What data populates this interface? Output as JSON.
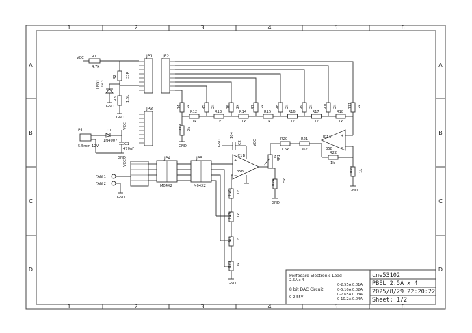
{
  "zones": {
    "columns": [
      "1",
      "2",
      "3",
      "4",
      "5",
      "6"
    ],
    "rows": [
      "A",
      "B",
      "C",
      "D"
    ]
  },
  "power_labels": {
    "vcc_top": "VCC",
    "vcc_jack": "VCC",
    "vcc_side": "VCC",
    "vcc_cap": "VCC",
    "gnd": "GND"
  },
  "components": {
    "R1": {
      "ref": "R1",
      "value": "4.7k"
    },
    "R2": {
      "ref": "R2",
      "value": "33R"
    },
    "R3": {
      "ref": "R3",
      "value": "1.5k"
    },
    "LED1": {
      "ref": "LED1",
      "value": "TL431"
    },
    "JP1": {
      "ref": "JP1"
    },
    "JP2": {
      "ref": "JP2"
    },
    "JP3": {
      "ref": "JP3"
    },
    "JP4": {
      "ref": "JP4",
      "value": "M04X2"
    },
    "JP5": {
      "ref": "JP5",
      "value": "M04X2"
    },
    "P1": {
      "ref": "P1",
      "value": "5.5mm 12V"
    },
    "D1": {
      "ref": "D1",
      "value": "1N4007"
    },
    "C1": {
      "ref": "C1",
      "value": "470uF"
    },
    "C2": {
      "ref": "C2",
      "value": "104"
    },
    "IC1B": {
      "ref": "IC1B",
      "value": "358"
    },
    "IC1A": {
      "ref": "IC1A",
      "value": "358"
    },
    "RP1": {
      "ref": "RP1",
      "value": "1k"
    },
    "R20": {
      "ref": "R20",
      "value": "1.5k"
    },
    "R21": {
      "ref": "R21",
      "value": "36k"
    },
    "R22": {
      "ref": "R22",
      "value": "1k"
    },
    "R23": {
      "ref": "R23",
      "value": "1k"
    },
    "R24": {
      "ref": "R24",
      "value": "1.5k"
    },
    "R25": {
      "ref": "R25",
      "value": "1k"
    },
    "R26": {
      "ref": "R26",
      "value": "1k"
    },
    "R27": {
      "ref": "R27",
      "value": "1k"
    },
    "R28": {
      "ref": "R28",
      "value": "1k"
    },
    "R19": {
      "ref": "R19",
      "value": "2k"
    },
    "FAN1": {
      "ref": "FAN 1"
    },
    "FAN2": {
      "ref": "FAN 2"
    }
  },
  "ladder_vertical": [
    {
      "ref": "R4",
      "value": "2k"
    },
    {
      "ref": "R5",
      "value": "2k"
    },
    {
      "ref": "R6",
      "value": "2k"
    },
    {
      "ref": "R7",
      "value": "2k"
    },
    {
      "ref": "R8",
      "value": "2k"
    },
    {
      "ref": "R9",
      "value": "2k"
    },
    {
      "ref": "R10",
      "value": "2k"
    },
    {
      "ref": "R11",
      "value": "2k"
    }
  ],
  "ladder_horizontal": [
    {
      "ref": "R12",
      "value": "1k"
    },
    {
      "ref": "R13",
      "value": "1k"
    },
    {
      "ref": "R14",
      "value": "1k"
    },
    {
      "ref": "R15",
      "value": "1k"
    },
    {
      "ref": "R16",
      "value": "1k"
    },
    {
      "ref": "R17",
      "value": "1k"
    },
    {
      "ref": "R18",
      "value": "1k"
    }
  ],
  "title_block": {
    "description": {
      "line1": "Perfboard Electronic Load",
      "line2": "2.5A x 4",
      "line3": "8 bit DAC Circuit",
      "line4": "0-2.55V"
    },
    "ranges": [
      "0-2.55A 0.01A",
      "0-5.10A 0.02A",
      "0-7.65A 0.03A",
      "0-10.2A 0.04A"
    ],
    "author": "cne53102",
    "title": "PBEL 2.5A x 4",
    "date": "2025/8/29 22:20:22",
    "sheet": "Sheet: 1/2"
  }
}
